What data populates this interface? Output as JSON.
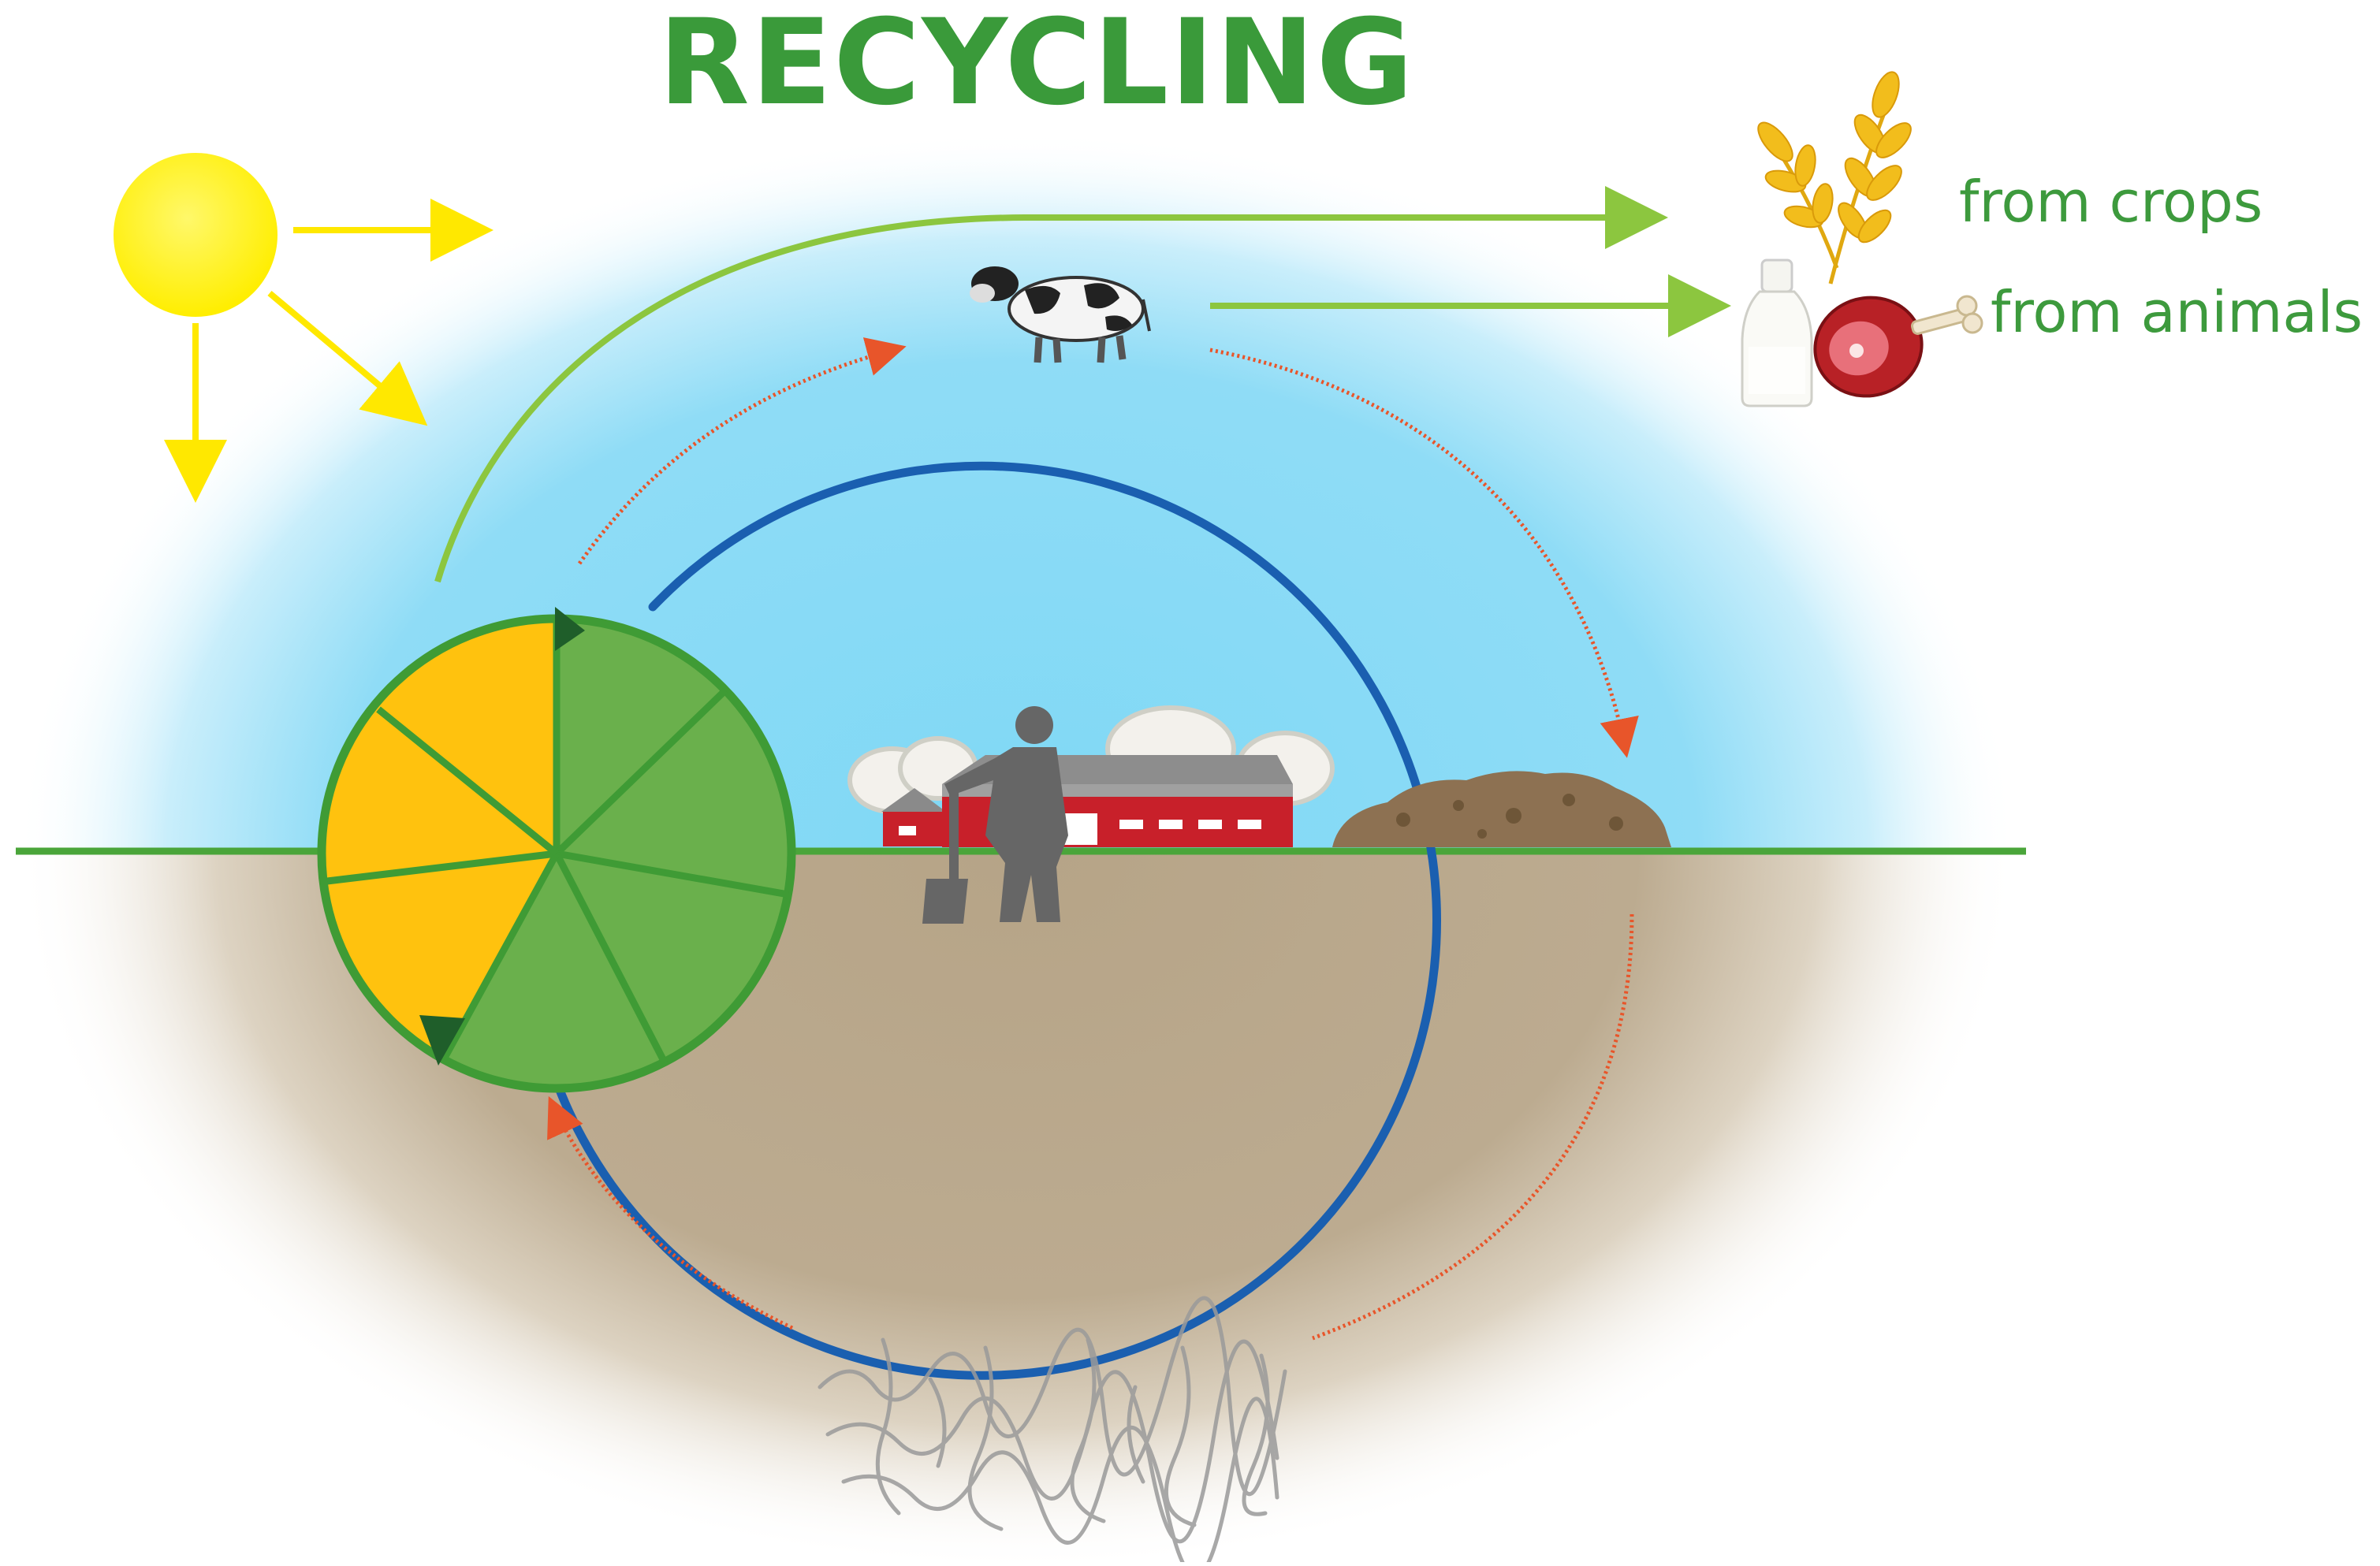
{
  "title": "RECYCLING",
  "outputs": {
    "crops_label": "from crops",
    "animals_label": "from animals"
  },
  "colors": {
    "title": "#3a9a3a",
    "sky": "#7fd8f5",
    "soil": "#b8a68a",
    "ground_line": "#4aa53a",
    "sun": "#fff200",
    "sun_rays": "#ffe800",
    "crop_arrow": "#8cc63f",
    "nutrient_arrow": "#e86a3a",
    "cycle_ring": "#1a5fb0",
    "wheel_green": "#6ab04c",
    "wheel_yellow": "#ffc20e",
    "wheel_outline": "#3f9b35",
    "barn_red": "#c8202a"
  },
  "icons": [
    "sun-icon",
    "wheat-icon",
    "milk-bottle-icon",
    "meat-icon",
    "cow-icon",
    "farmer-icon",
    "farm-buildings-icon",
    "manure-heap-icon",
    "roots-icon",
    "crop-rotation-wheel"
  ]
}
